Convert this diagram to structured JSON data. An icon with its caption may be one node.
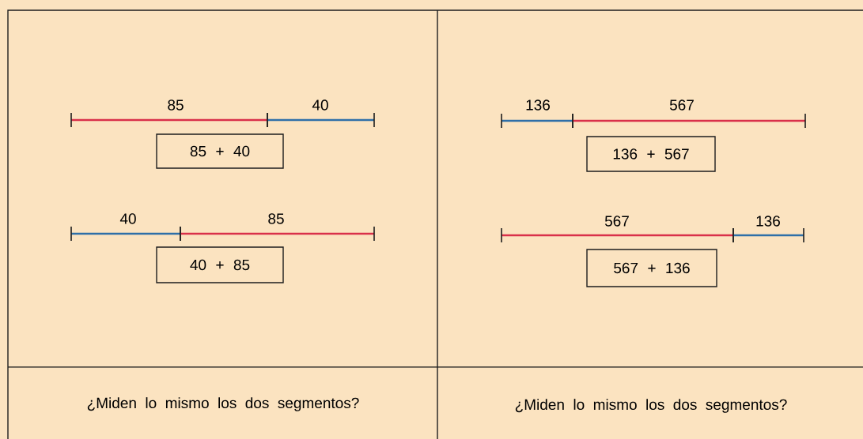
{
  "diagram": {
    "nodes": [
      {
        "text": [
          "85 + 40"
        ]
      },
      {
        "text": [
          "136 + 567"
        ]
      },
      {
        "text": [
          "40 + 85"
        ]
      },
      {
        "text": [
          "567 + 136"
        ]
      }
    ],
    "labels": [
      "85",
      "40",
      "136",
      "567",
      "40",
      "85",
      "567",
      "136",
      "¿Miden lo mismo los dos segmentos?",
      "¿Miden lo mismo los dos segmentos?"
    ]
  }
}
